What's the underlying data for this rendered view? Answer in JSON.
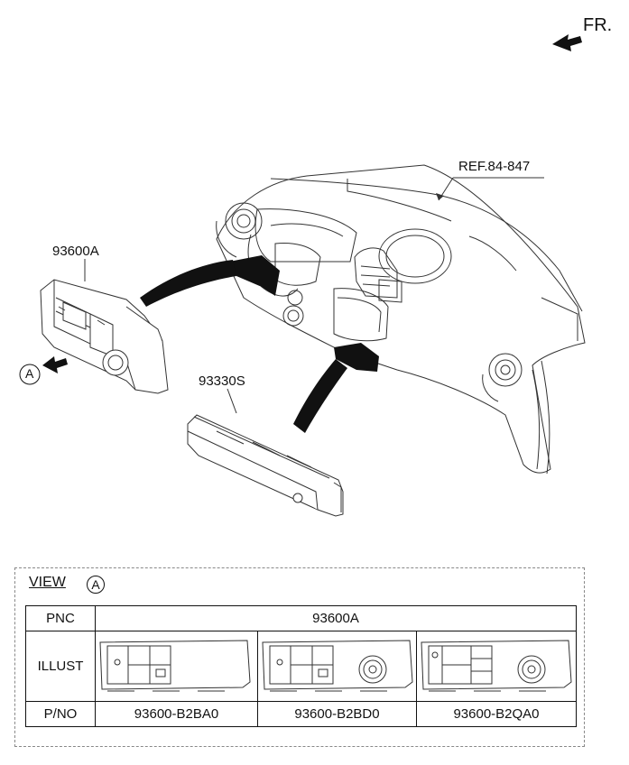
{
  "orientation": {
    "label": "FR."
  },
  "callouts": {
    "ref": "REF.84-847",
    "part_a": "93600A",
    "part_b": "93330S",
    "view_marker": "A"
  },
  "view_table": {
    "title": "VIEW",
    "marker": "A",
    "rows": {
      "pnc": "PNC",
      "illust": "ILLUST",
      "pno": "P/NO"
    },
    "pnc_value": "93600A",
    "part_numbers": [
      "93600-B2BA0",
      "93600-B2BD0",
      "93600-B2QA0"
    ]
  }
}
